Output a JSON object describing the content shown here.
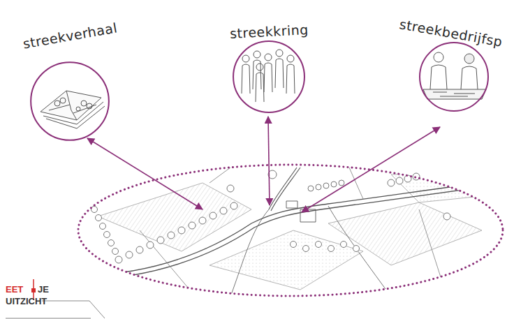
{
  "diagram": {
    "nodes": [
      {
        "text": [
          "streekverhaal"
        ]
      },
      {
        "text": [
          "streekkring"
        ]
      },
      {
        "text": [
          "streekbedrijfsp"
        ]
      }
    ],
    "labels": [
      "EET",
      "JE",
      "UITZICHT"
    ]
  }
}
